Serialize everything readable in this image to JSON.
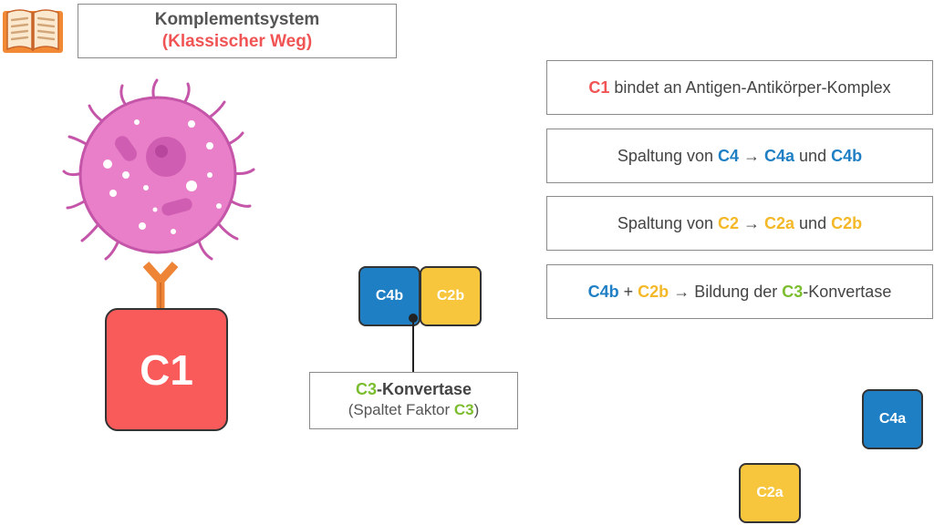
{
  "header": {
    "title": "Komplementsystem",
    "subtitle": "(Klassischer Weg)",
    "book_icon": "open-book-icon"
  },
  "colors": {
    "c1": "#f05454",
    "c4": "#1f7fc4",
    "c2": "#f7c63d",
    "c3": "#7bbd2f",
    "cell": "#e97fc8",
    "antibody": "#ee8436"
  },
  "c1_label": "C1",
  "steps": [
    {
      "a": "C1",
      "b": " bindet an Antigen-Antikörper-Komplex"
    },
    {
      "a": "Spaltung von ",
      "b": "C4",
      "c": " → ",
      "d": "C4a",
      "e": " und ",
      "f": "C4b"
    },
    {
      "a": "Spaltung von ",
      "b": "C2",
      "c": " → ",
      "d": "C2a",
      "e": " und ",
      "f": "C2b"
    },
    {
      "a": "C4b",
      "b": " + ",
      "c": "C2b",
      "d": " → Bildung der ",
      "e": "C3",
      "f": "-Konvertase"
    }
  ],
  "complex": {
    "c4b": "C4b",
    "c2b": "C2b"
  },
  "convertase": {
    "c3": "C3",
    "rest": "-Konvertase",
    "line2_pre": "(Spaltet Faktor ",
    "line2_c3": "C3",
    "line2_post": ")"
  },
  "fragments": {
    "c4a": "C4a",
    "c2a": "C2a"
  }
}
